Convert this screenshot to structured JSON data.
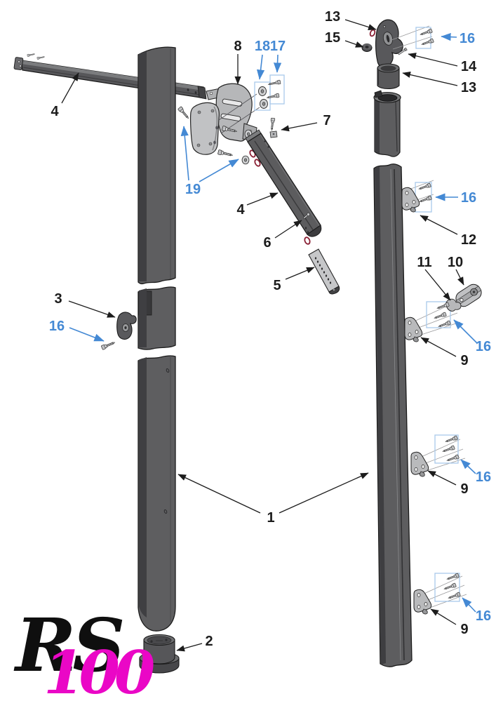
{
  "logo": {
    "brand": "RS",
    "model": "100"
  },
  "palette": {
    "label_black": "#1c1c1c",
    "label_blue": "#4489d4",
    "box_blue": "#a9c9ea",
    "oring_red": "#8a2034",
    "logo_magenta": "#ea07c6",
    "metal_dark_gray": "#5d5d5f",
    "metal_light_gray": "#bcbdbf"
  },
  "parts": {
    "p1": "1",
    "p2": "2",
    "p3": "3",
    "p4": "4",
    "p5": "5",
    "p6": "6",
    "p7": "7",
    "p8": "8",
    "p9": "9",
    "p10": "10",
    "p11": "11",
    "p12": "12",
    "p13": "13",
    "p14": "14",
    "p15": "15",
    "p16": "16",
    "p17": "17",
    "p18": "18",
    "p19": "19"
  }
}
